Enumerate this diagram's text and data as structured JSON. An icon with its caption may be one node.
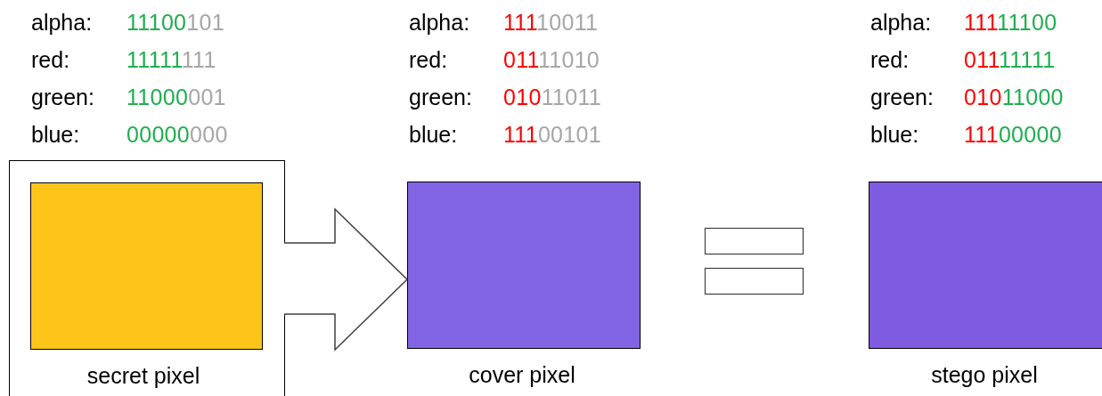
{
  "diagram": {
    "nodes": [
      {
        "text": [
          "secret pixel"
        ]
      },
      {
        "text": [
          "cover pixel"
        ]
      },
      {
        "text": [
          "stego pixel"
        ]
      }
    ],
    "edges": [
      {
        "from": 0,
        "to": 1,
        "arrow": "to",
        "style": "thick"
      }
    ],
    "labels": [
      "alpha:",
      "11100101",
      "alpha:",
      "11110011",
      "alpha:",
      "11111100",
      "red:",
      "11111111",
      "red:",
      "01111010",
      "red:",
      "01111111",
      "green:",
      "11000001",
      "green:",
      "01011011",
      "green:",
      "01011000",
      "blue:",
      "00000000",
      "blue:",
      "11100101",
      "blue:",
      "11100000"
    ]
  }
}
